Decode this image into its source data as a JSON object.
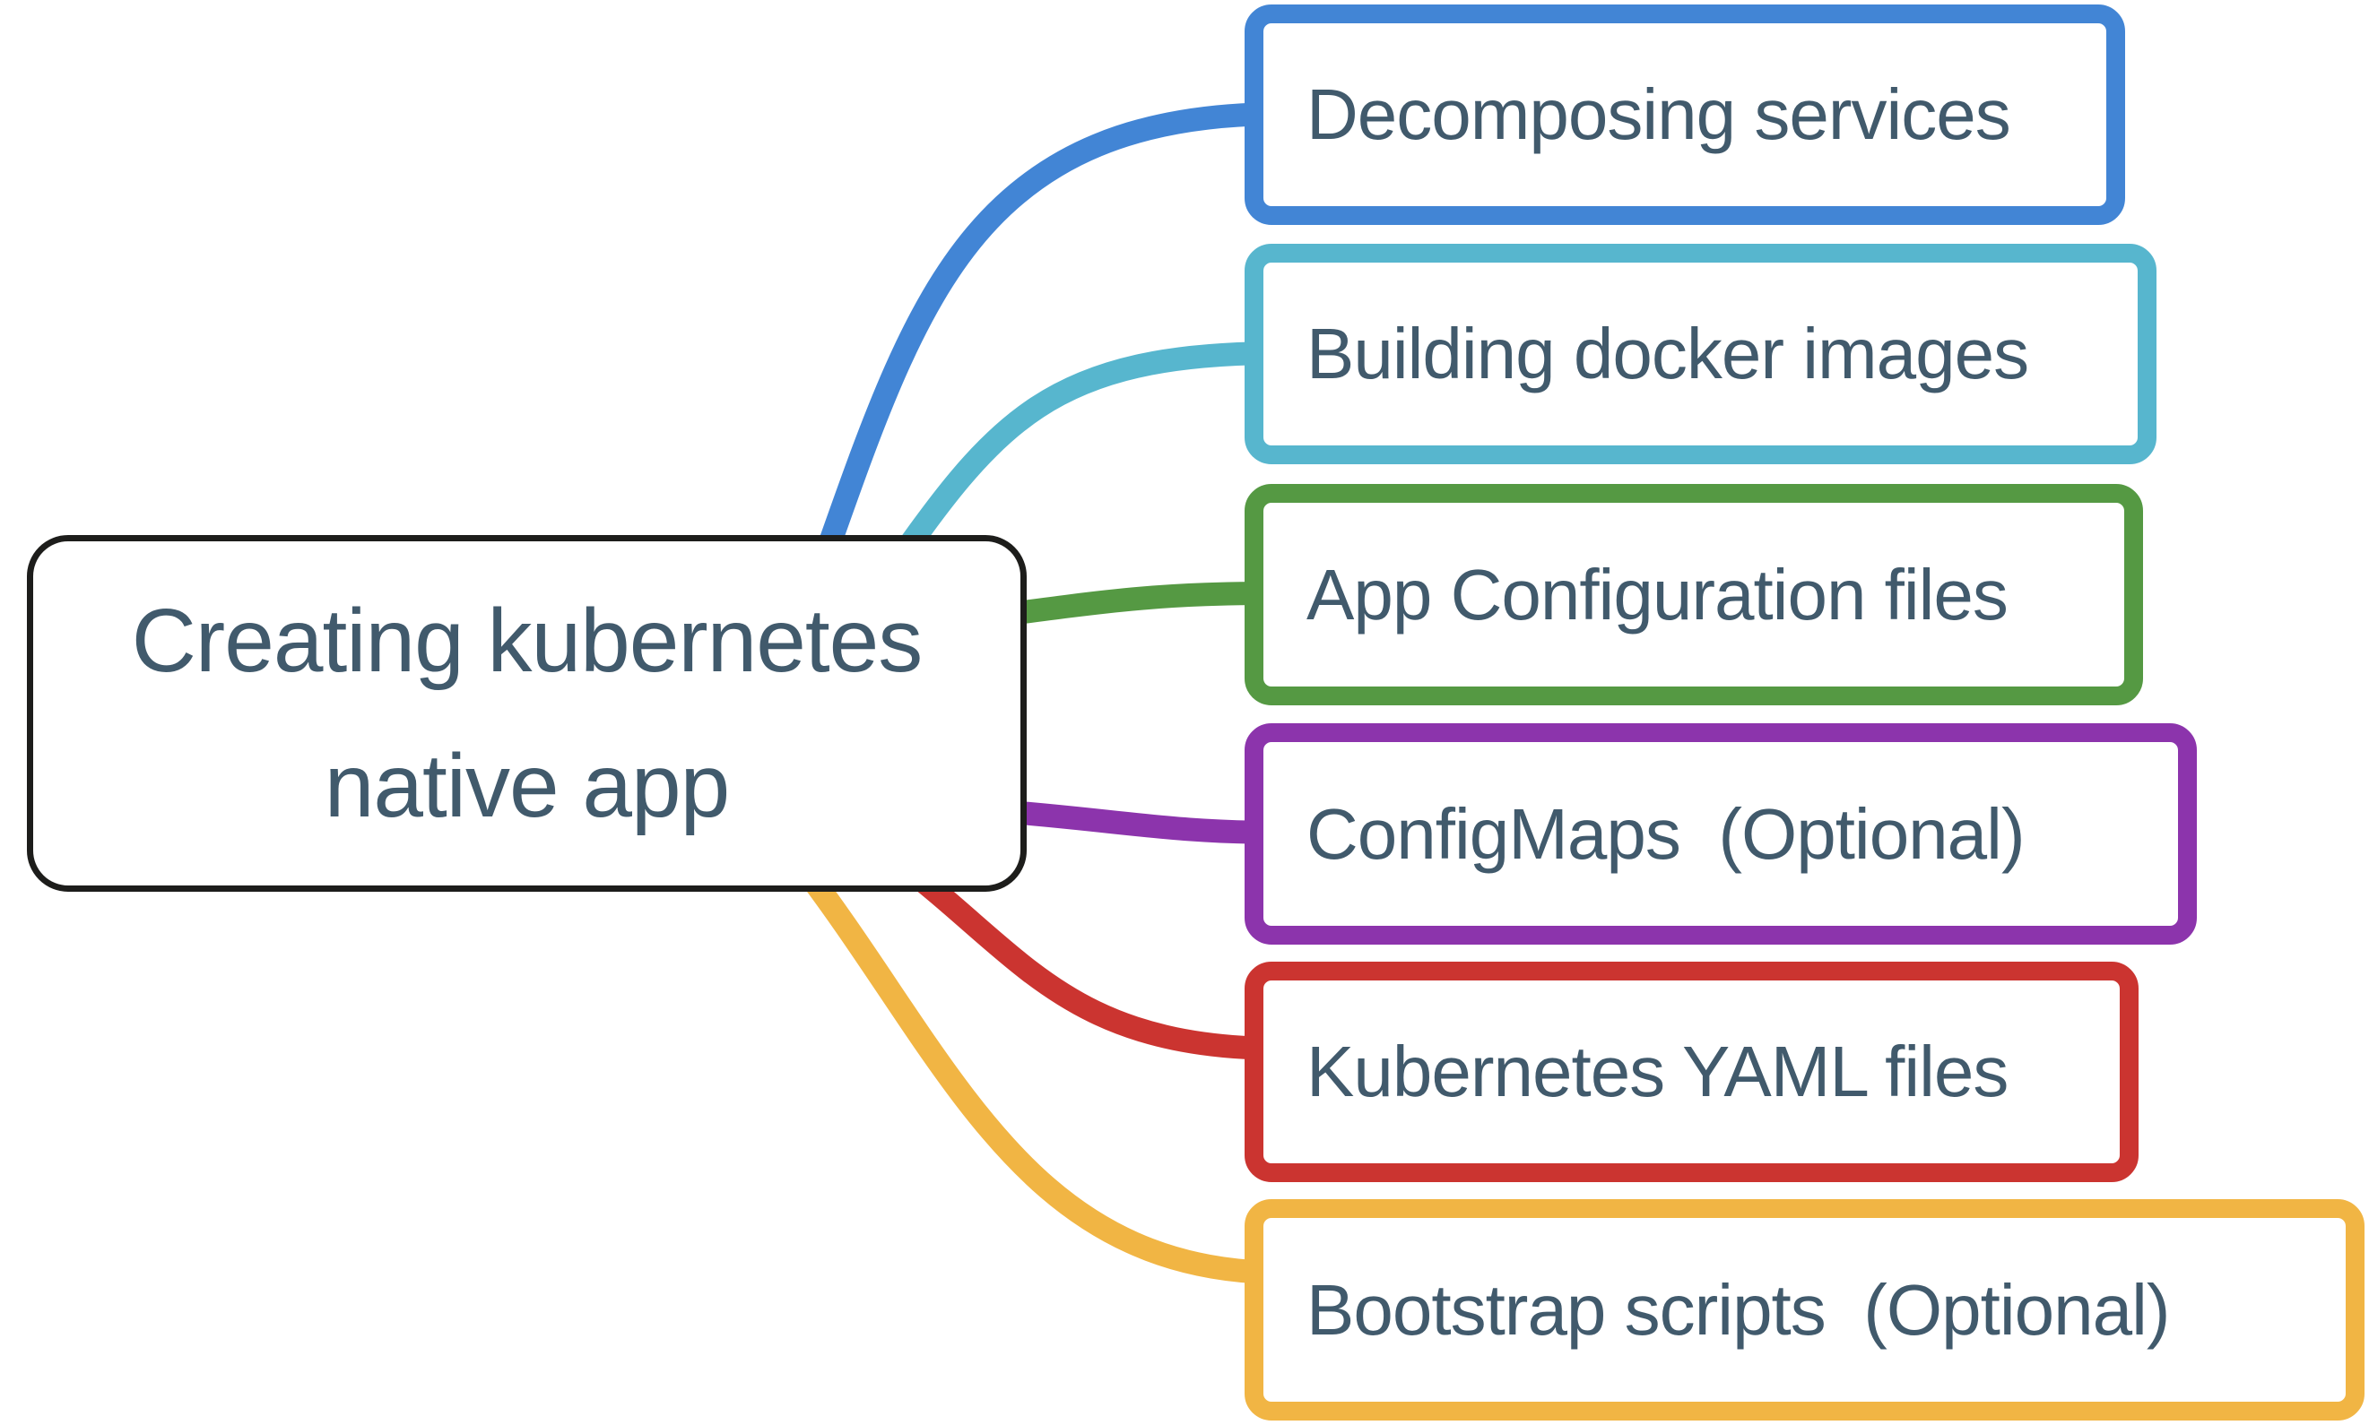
{
  "diagram": {
    "type": "mindmap",
    "root": {
      "label": "Creating kubernetes native app",
      "line1": "Creating kubernetes",
      "line2": "native app",
      "border_color": "#1d1d1b",
      "text_color": "#415a6c",
      "background": "#ffffff"
    },
    "branches": [
      {
        "label": "Decomposing services",
        "color": "#4285d5"
      },
      {
        "label": "Building docker images",
        "color": "#57b6ce"
      },
      {
        "label": "App Configuration files",
        "color": "#559943"
      },
      {
        "label": "ConfigMaps  (Optional)",
        "color": "#8c34ac"
      },
      {
        "label": "Kubernetes YAML files",
        "color": "#cb3430"
      },
      {
        "label": "Bootstrap scripts  (Optional)",
        "color": "#f1b544"
      }
    ]
  }
}
